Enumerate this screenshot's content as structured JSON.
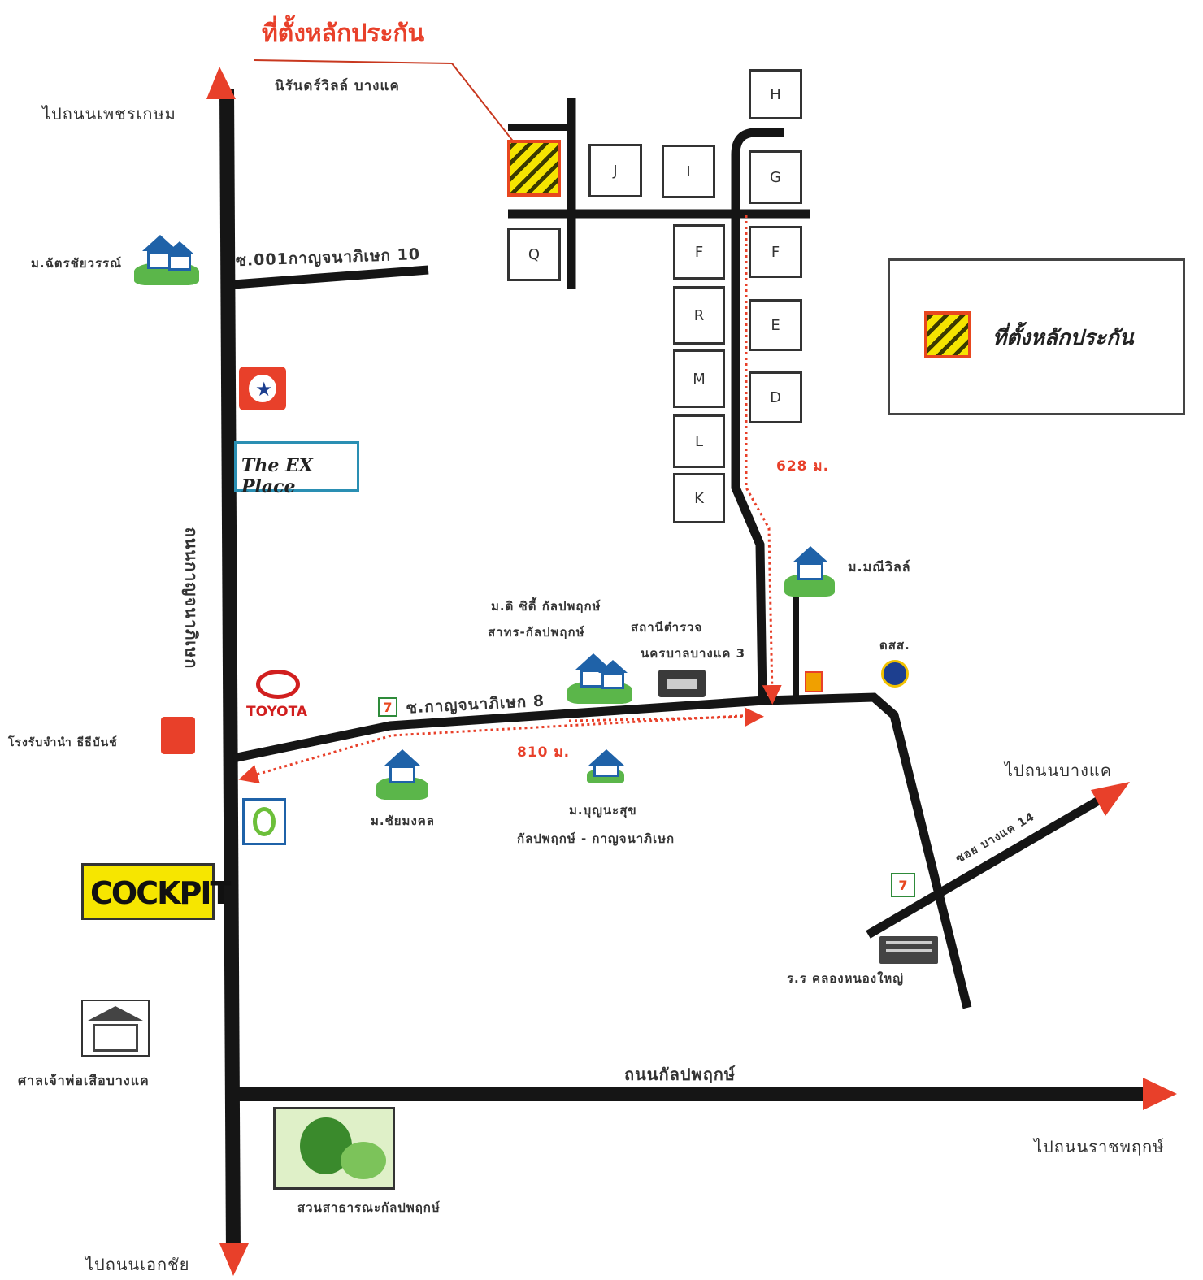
{
  "title": "ที่ตั้งหลักประกัน",
  "legend": {
    "label": "ที่ตั้งหลักประกัน"
  },
  "project": "นิรันดร์วิลล์ บางแค",
  "directions": {
    "north": "ไปถนนเพชรเกษม",
    "south": "ไปถนนเอกชัย",
    "east_kalpaphruek": "ไปถนนราชพฤกษ์",
    "east_bangkhae": "ไปถนนบางแค"
  },
  "roads": {
    "main_vertical": "ถนนกาญจนาภิเษก",
    "soi_001": "ซ.001กาญจนาภิเษก 10",
    "soi_8": "ซ.กาญจนาภิเษก 8",
    "kalpaphruek": "ถนนกัลปพฤกษ์",
    "soi_bangkhae": "ซอย บางแค 14"
  },
  "distances": {
    "d1": "628 ม.",
    "d2": "810 ม."
  },
  "plots": [
    "H",
    "J",
    "I",
    "G",
    "Q",
    "F",
    "F",
    "R",
    "E",
    "M",
    "D",
    "L",
    "K"
  ],
  "landmarks": {
    "mu_chatchai": "ม.ฉัตรชัยวรรณ์",
    "mu_monee": "ม.มณีวิลล์",
    "dept": "ดสส.",
    "mu_city": "ม.ดิ ซิตี้ กัลปพฤกษ์",
    "mu_city_sub": "สาทร-กัลปพฤกษ์",
    "station": "สถานีตำรวจ",
    "station_sub": "นครบาลบางแค 3",
    "toyota": "TOYOTA",
    "hospital": "โรงรับจำนำ ธีธีบันช์",
    "mu_chuamongkol": "ม.ชัยมงคล",
    "mu_boonsoo": "ม.บุญนะสุข",
    "mu_boonsoo_sub": "กัลปพฤกษ์ - กาญจนาภิเษก",
    "explace": "The EX Place",
    "cockpit": "COCKPIT",
    "shrine": "ศาลเจ้าพ่อเสือบางแค",
    "school": "ร.ร คลองหนองใหญ่",
    "park": "สวนสาธารณะกัลปพฤกษ์"
  },
  "colors": {
    "road": "#151515",
    "arrow": "#e8402a",
    "route": "#e8402a",
    "title": "#e8402a"
  }
}
